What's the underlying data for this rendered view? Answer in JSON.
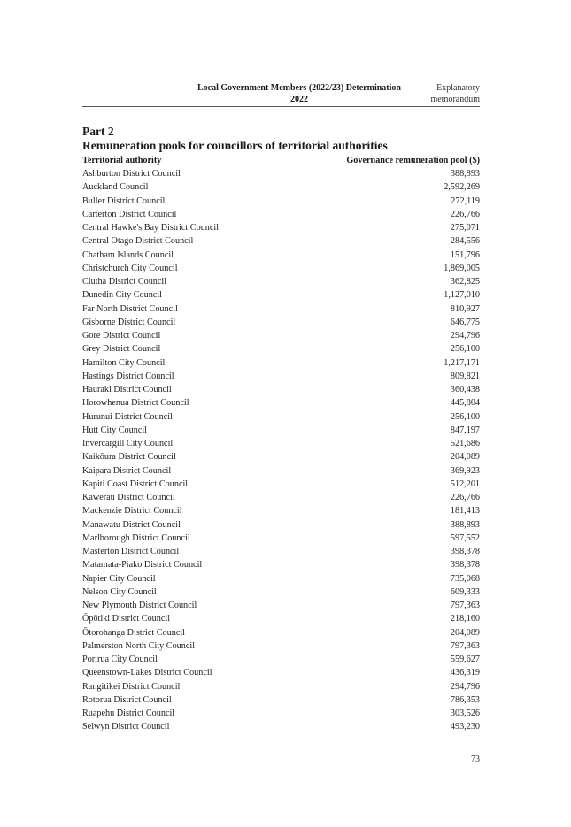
{
  "header": {
    "title_line1": "Local Government Members (2022/23) Determination",
    "title_line2": "2022",
    "side_line1": "Explanatory",
    "side_line2": "memorandum"
  },
  "section": {
    "part": "Part 2",
    "title": "Remuneration pools for councillors of territorial authorities"
  },
  "table": {
    "columns": [
      "Territorial authority",
      "Governance remuneration pool ($)"
    ],
    "rows": [
      {
        "name": "Ashburton District Council",
        "value": "388,893"
      },
      {
        "name": "Auckland Council",
        "value": "2,592,269"
      },
      {
        "name": "Buller District Council",
        "value": "272,119"
      },
      {
        "name": "Carterton District Council",
        "value": "226,766"
      },
      {
        "name": "Central Hawke's Bay District Council",
        "value": "275,071"
      },
      {
        "name": "Central Otago District Council",
        "value": "284,556"
      },
      {
        "name": "Chatham Islands Council",
        "value": "151,796"
      },
      {
        "name": "Christchurch City Council",
        "value": "1,869,005"
      },
      {
        "name": "Clutha District Council",
        "value": "362,825"
      },
      {
        "name": "Dunedin City Council",
        "value": "1,127,010"
      },
      {
        "name": "Far North District Council",
        "value": "810,927"
      },
      {
        "name": "Gisborne District Council",
        "value": "646,775"
      },
      {
        "name": "Gore District Council",
        "value": "294,796"
      },
      {
        "name": "Grey District Council",
        "value": "256,100"
      },
      {
        "name": "Hamilton City Council",
        "value": "1,217,171"
      },
      {
        "name": "Hastings District Council",
        "value": "809,821"
      },
      {
        "name": "Hauraki District Council",
        "value": "360,438"
      },
      {
        "name": "Horowhenua District Council",
        "value": "445,804"
      },
      {
        "name": "Hurunui District Council",
        "value": "256,100"
      },
      {
        "name": "Hutt City Council",
        "value": "847,197"
      },
      {
        "name": "Invercargill City Council",
        "value": "521,686"
      },
      {
        "name": "Kaikōura District Council",
        "value": "204,089"
      },
      {
        "name": "Kaipara District Council",
        "value": "369,923"
      },
      {
        "name": "Kapiti Coast District Council",
        "value": "512,201"
      },
      {
        "name": "Kawerau District Council",
        "value": "226,766"
      },
      {
        "name": "Mackenzie District Council",
        "value": "181,413"
      },
      {
        "name": "Manawatu District Council",
        "value": "388,893"
      },
      {
        "name": "Marlborough District Council",
        "value": "597,552"
      },
      {
        "name": "Masterton District Council",
        "value": "398,378"
      },
      {
        "name": "Matamata-Piako District Council",
        "value": "398,378"
      },
      {
        "name": "Napier City Council",
        "value": "735,068"
      },
      {
        "name": "Nelson City Council",
        "value": "609,333"
      },
      {
        "name": "New Plymouth District Council",
        "value": "797,363"
      },
      {
        "name": "Ōpōtiki District Council",
        "value": "218,160"
      },
      {
        "name": "Ōtorohanga District Council",
        "value": "204,089"
      },
      {
        "name": "Palmerston North City Council",
        "value": "797,363"
      },
      {
        "name": "Porirua City Council",
        "value": "559,627"
      },
      {
        "name": "Queenstown-Lakes District Council",
        "value": "436,319"
      },
      {
        "name": "Rangitikei District Council",
        "value": "294,796"
      },
      {
        "name": "Rotorua District Council",
        "value": "786,353"
      },
      {
        "name": "Ruapehu District Council",
        "value": "303,526"
      },
      {
        "name": "Selwyn District Council",
        "value": "493,230"
      }
    ]
  },
  "footer": {
    "page_number": "73"
  }
}
